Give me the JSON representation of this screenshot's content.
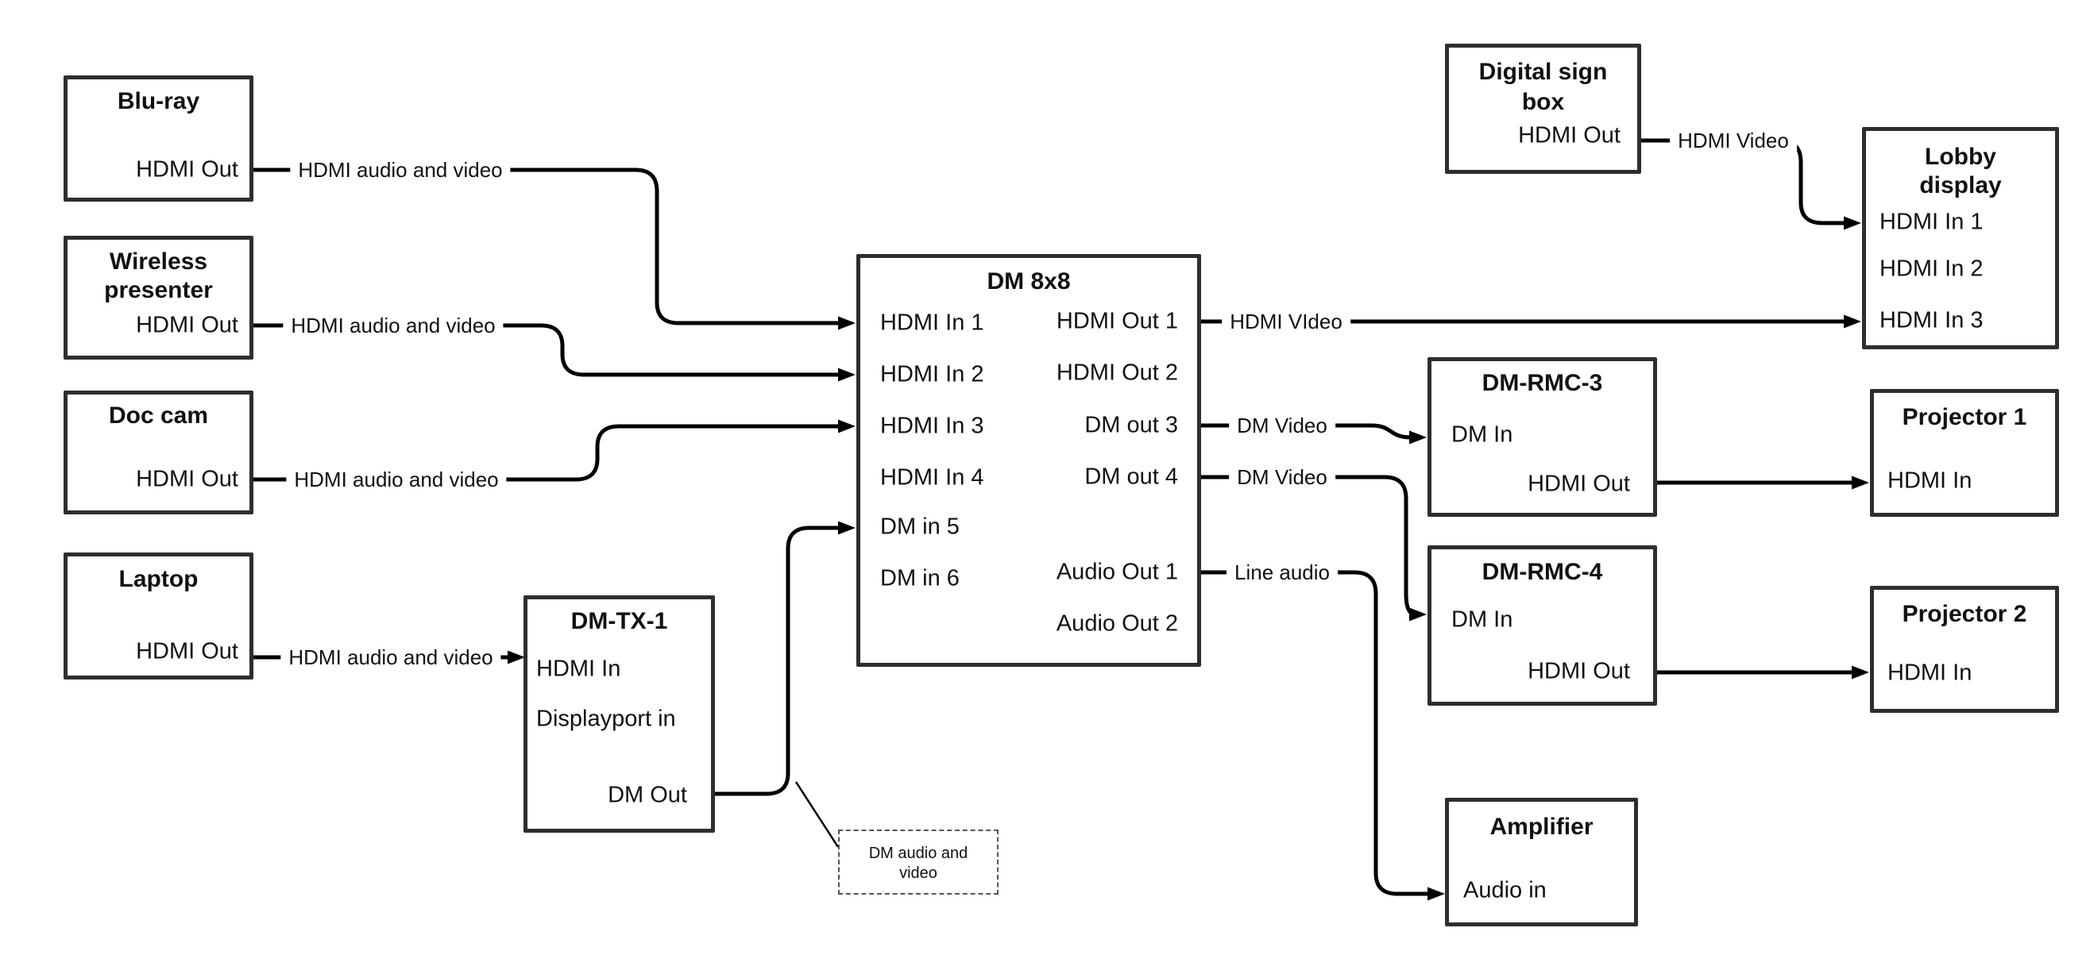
{
  "colors": {
    "background": "#ffffff",
    "wire": "#000000",
    "box_border": "#2e2e2e",
    "text": "#111111"
  },
  "nodes": {
    "bluray": {
      "title": "Blu-ray",
      "hdmi_out": "HDMI Out"
    },
    "wireless": {
      "title1": "Wireless",
      "title2": "presenter",
      "hdmi_out": "HDMI Out"
    },
    "doccam": {
      "title": "Doc cam",
      "hdmi_out": "HDMI Out"
    },
    "laptop": {
      "title": "Laptop",
      "hdmi_out": "HDMI Out"
    },
    "dmtx1": {
      "title": "DM-TX-1",
      "hdmi_in": "HDMI In",
      "displayport_in": "Displayport in",
      "dm_out": "DM Out"
    },
    "dm8x8": {
      "title": "DM 8x8",
      "in1": "HDMI In 1",
      "in2": "HDMI In 2",
      "in3": "HDMI In 3",
      "in4": "HDMI In 4",
      "in5": "DM in 5",
      "in6": "DM in 6",
      "out1": "HDMI Out 1",
      "out2": "HDMI Out 2",
      "out3": "DM out 3",
      "out4": "DM out 4",
      "aout1": "Audio Out 1",
      "aout2": "Audio Out 2"
    },
    "digital_sign": {
      "title1": "Digital sign",
      "title2": "box",
      "hdmi_out": "HDMI Out"
    },
    "lobby": {
      "title1": "Lobby",
      "title2": "display",
      "in1": "HDMI In 1",
      "in2": "HDMI In 2",
      "in3": "HDMI In 3"
    },
    "dmrmc3": {
      "title": "DM-RMC-3",
      "dm_in": "DM In",
      "hdmi_out": "HDMI Out"
    },
    "projector1": {
      "title": "Projector 1",
      "hdmi_in": "HDMI In"
    },
    "dmrmc4": {
      "title": "DM-RMC-4",
      "dm_in": "DM In",
      "hdmi_out": "HDMI Out"
    },
    "projector2": {
      "title": "Projector 2",
      "hdmi_in": "HDMI In"
    },
    "amplifier": {
      "title": "Amplifier",
      "audio_in": "Audio in"
    }
  },
  "wire_labels": {
    "bluray_link": "HDMI audio and video",
    "wireless_link": "HDMI audio and video",
    "doccam_link": "HDMI audio and video",
    "laptop_link": "HDMI audio and video",
    "hdmi_out1_link": "HDMI VIdeo",
    "sign_link": "HDMI Video",
    "dm_out3_link": "DM Video",
    "dm_out4_link": "DM Video",
    "audio_out1_link": "Line audio",
    "note_line1": "DM audio and",
    "note_line2": "video"
  }
}
